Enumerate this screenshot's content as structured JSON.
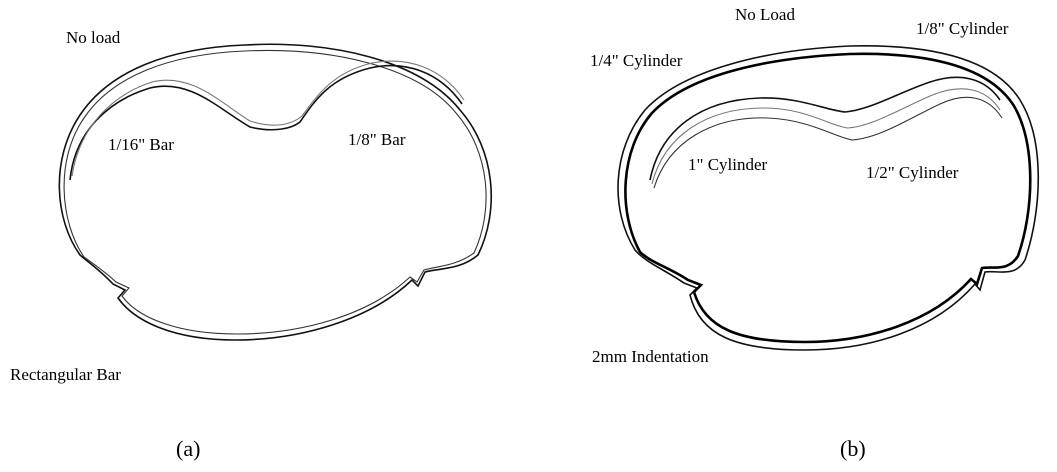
{
  "panel_a": {
    "labels": {
      "no_load": "No load",
      "bar_1_16": "1/16\" Bar",
      "bar_1_8": "1/8\" Bar",
      "rect_bar": "Rectangular Bar"
    },
    "caption": "(a)"
  },
  "panel_b": {
    "labels": {
      "no_load": "No Load",
      "cyl_1_8": "1/8\" Cylinder",
      "cyl_1_4": "1/4\" Cylinder",
      "cyl_1": "1\" Cylinder",
      "cyl_1_2": "1/2\" Cylinder",
      "indent": "2mm Indentation"
    },
    "caption": "(b)"
  }
}
